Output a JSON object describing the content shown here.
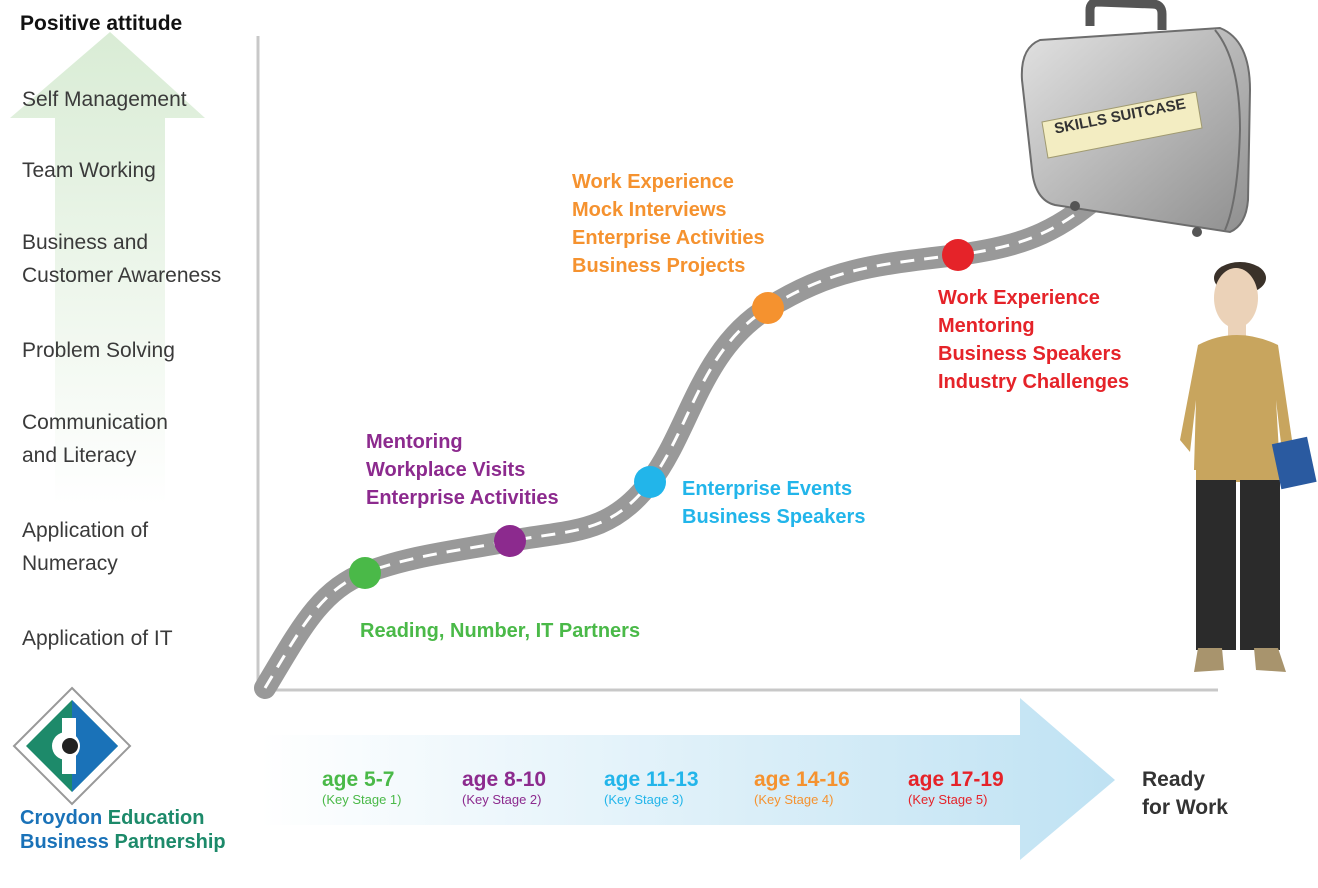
{
  "skills_panel": {
    "title": "Positive attitude",
    "items": [
      [
        "Self Management"
      ],
      [
        "Team Working"
      ],
      [
        "Business and",
        "Customer Awareness"
      ],
      [
        "Problem Solving"
      ],
      [
        "Communication",
        "and Literacy"
      ],
      [
        "Application of",
        "Numeracy"
      ],
      [
        "Application of IT"
      ]
    ]
  },
  "suitcase": {
    "label": "SKILLS SUITCASE"
  },
  "milestones": [
    {
      "color": "#4ab948",
      "activities": [
        "Reading, Number, IT Partners"
      ]
    },
    {
      "color": "#8c2a8e",
      "activities": [
        "Mentoring",
        "Workplace Visits",
        "Enterprise Activities"
      ]
    },
    {
      "color": "#22b5ea",
      "activities": [
        "Enterprise Events",
        "Business Speakers"
      ]
    },
    {
      "color": "#f5922f",
      "activities": [
        "Work Experience",
        "Mock Interviews",
        "Enterprise Activities",
        "Business Projects"
      ]
    },
    {
      "color": "#e52329",
      "activities": [
        "Work Experience",
        "Mentoring",
        "Business Speakers",
        "Industry Challenges"
      ]
    }
  ],
  "stages": [
    {
      "age": "age 5-7",
      "stage": "(Key Stage 1)",
      "color": "#4ab948"
    },
    {
      "age": "age 8-10",
      "stage": "(Key Stage 2)",
      "color": "#8c2a8e"
    },
    {
      "age": "age 11-13",
      "stage": "(Key Stage 3)",
      "color": "#22b5ea"
    },
    {
      "age": "age 14-16",
      "stage": "(Key Stage 4)",
      "color": "#f5922f"
    },
    {
      "age": "age 17-19",
      "stage": "(Key Stage 5)",
      "color": "#e52329"
    }
  ],
  "destination": [
    "Ready",
    "for Work"
  ],
  "brand": {
    "line1": [
      "Croydon",
      "Education"
    ],
    "line2": [
      "Business",
      "Partnership"
    ],
    "colors": {
      "primary": "#1a72b8",
      "secondary": "#1d8a6a"
    }
  }
}
